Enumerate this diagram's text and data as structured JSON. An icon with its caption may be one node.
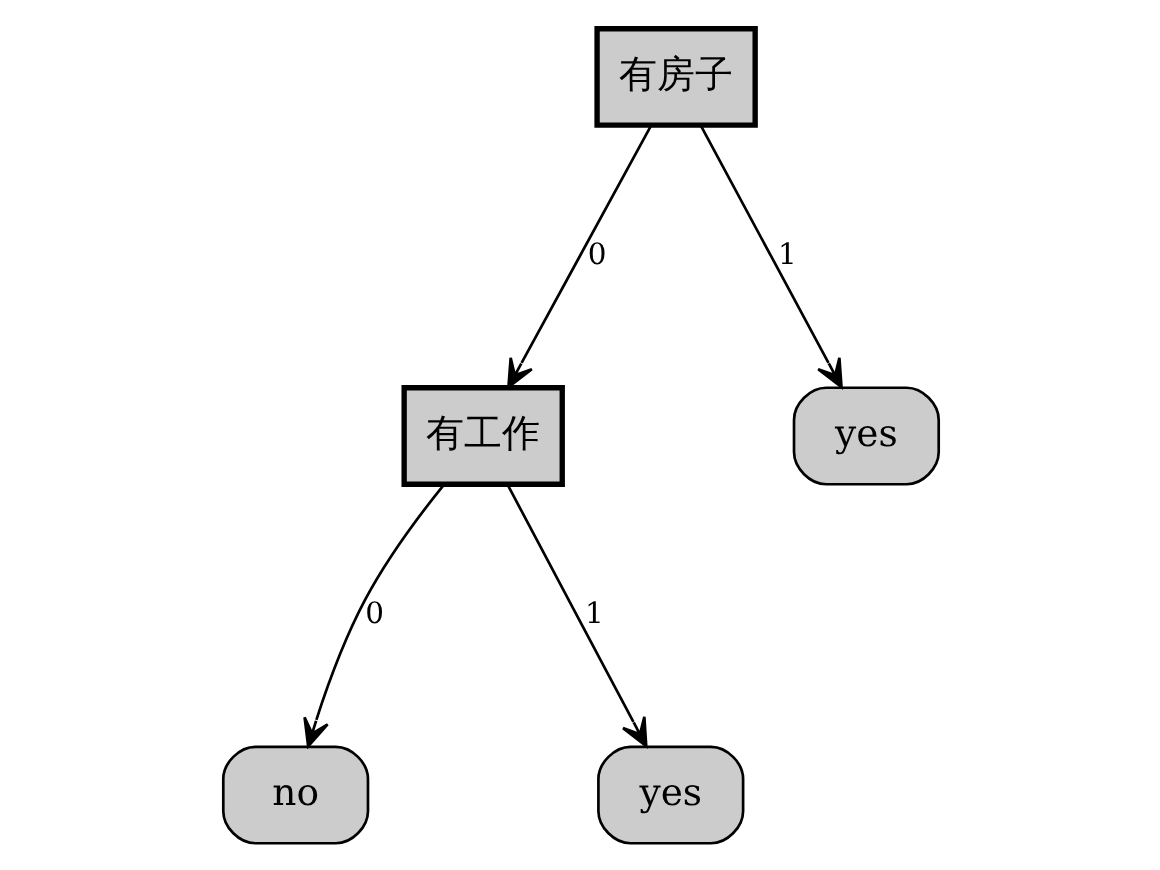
{
  "diagram": {
    "nodes": [
      {
        "text": [
          "有房子"
        ]
      },
      {
        "text": [
          "有工作"
        ]
      },
      {
        "text": [
          "yes"
        ]
      },
      {
        "text": [
          "no"
        ]
      },
      {
        "text": [
          "yes"
        ]
      }
    ],
    "edges": [
      {
        "from": 0,
        "to": 1,
        "arrow": "to",
        "label": "0"
      },
      {
        "from": 0,
        "to": 2,
        "arrow": "to",
        "label": "1"
      },
      {
        "from": 1,
        "to": 3,
        "arrow": "to",
        "label": "0"
      },
      {
        "from": 1,
        "to": 4,
        "arrow": "to",
        "label": "1"
      }
    ]
  }
}
